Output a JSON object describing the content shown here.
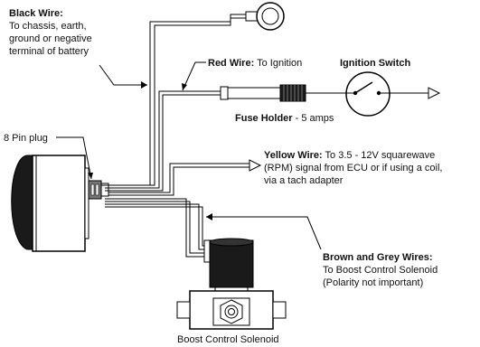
{
  "black_wire": {
    "title": "Black Wire:",
    "line1": "To chassis, earth,",
    "line2": "ground or negative",
    "line3": "terminal of battery"
  },
  "red_wire": {
    "title": "Red Wire:",
    "desc": " To Ignition"
  },
  "ignition_switch": {
    "label": "Ignition Switch"
  },
  "fuse_holder": {
    "title": "Fuse Holder",
    "desc": " - 5 amps"
  },
  "pin_plug": {
    "label": "8 Pin plug"
  },
  "yellow_wire": {
    "title": "Yellow Wire:",
    "desc": " To 3.5 - 12V squarewave",
    "line2": "(RPM) signal from ECU or if using a coil,",
    "line3": "via a tach adapter"
  },
  "brown_grey": {
    "title": "Brown and Grey Wires:",
    "line1": "To Boost Control Solenoid",
    "line2": "(Polarity not important)"
  },
  "solenoid": {
    "label": "Boost Control Solenoid"
  }
}
